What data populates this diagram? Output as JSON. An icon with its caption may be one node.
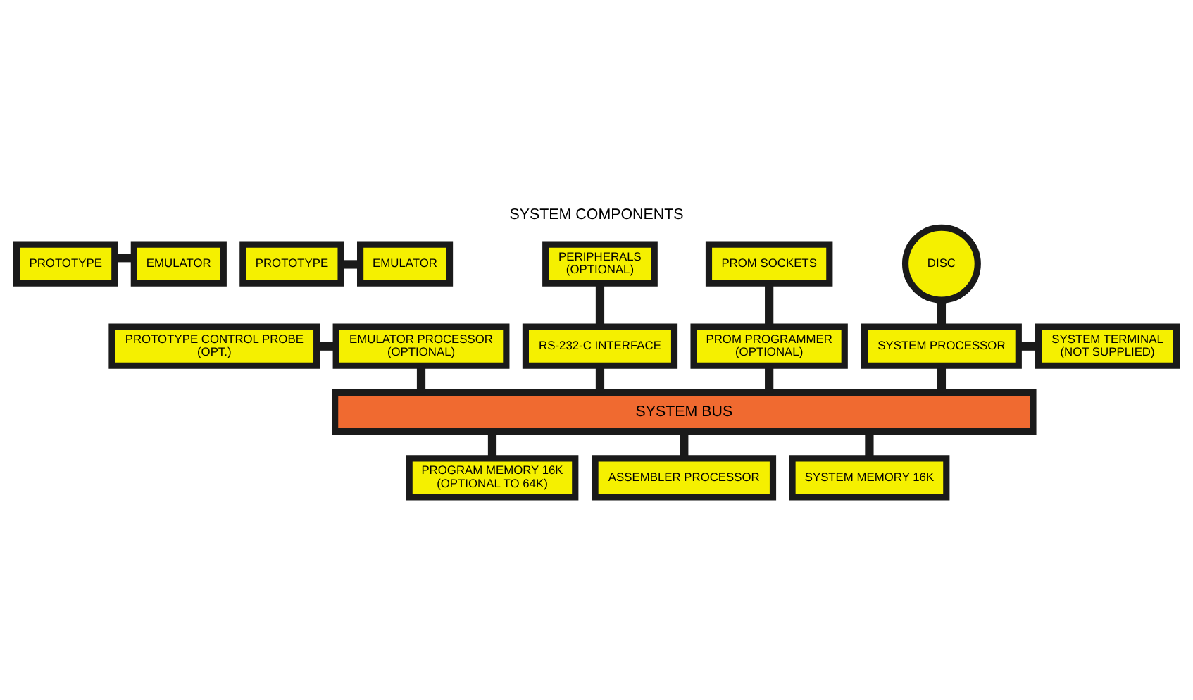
{
  "diagram": {
    "title": "SYSTEM COMPONENTS",
    "nodes": [
      {
        "text": [
          "PROTOTYPE"
        ]
      },
      {
        "text": [
          "EMULATOR"
        ]
      },
      {
        "text": [
          "PROTOTYPE"
        ]
      },
      {
        "text": [
          "EMULATOR"
        ]
      },
      {
        "text": [
          "PROTOTYPE CONTROL PROBE",
          "(OPT.)"
        ]
      },
      {
        "text": [
          "EMULATOR PROCESSOR",
          "(OPTIONAL)"
        ]
      },
      {
        "text": [
          "PERIPHERALS",
          "(OPTIONAL)"
        ]
      },
      {
        "text": [
          "PROM SOCKETS"
        ]
      },
      {
        "text": [
          "DISC"
        ]
      },
      {
        "text": [
          "RS-232-C INTERFACE"
        ]
      },
      {
        "text": [
          "PROM PROGRAMMER",
          "(OPTIONAL)"
        ]
      },
      {
        "text": [
          "SYSTEM PROCESSOR"
        ]
      },
      {
        "text": [
          "SYSTEM TERMINAL",
          "(NOT SUPPLIED)"
        ]
      },
      {
        "text": [
          "SYSTEM BUS"
        ]
      },
      {
        "text": [
          "PROGRAM MEMORY 16K",
          "(OPTIONAL TO 64K)"
        ]
      },
      {
        "text": [
          "ASSEMBLER PROCESSOR"
        ]
      },
      {
        "text": [
          "SYSTEM MEMORY 16K"
        ]
      }
    ],
    "edges": [
      {
        "from": 0,
        "to": 1,
        "arrow": "none"
      },
      {
        "from": 2,
        "to": 3,
        "arrow": "none"
      },
      {
        "from": 4,
        "to": 5,
        "arrow": "none"
      },
      {
        "from": 6,
        "to": 9,
        "arrow": "none"
      },
      {
        "from": 7,
        "to": 10,
        "arrow": "none"
      },
      {
        "from": 8,
        "to": 11,
        "arrow": "none"
      },
      {
        "from": 11,
        "to": 12,
        "arrow": "none"
      },
      {
        "from": 5,
        "to": 13,
        "arrow": "none"
      },
      {
        "from": 9,
        "to": 13,
        "arrow": "none"
      },
      {
        "from": 10,
        "to": 13,
        "arrow": "none"
      },
      {
        "from": 11,
        "to": 13,
        "arrow": "none"
      },
      {
        "from": 13,
        "to": 14,
        "arrow": "none"
      },
      {
        "from": 13,
        "to": 15,
        "arrow": "none"
      },
      {
        "from": 13,
        "to": 16,
        "arrow": "none"
      }
    ]
  }
}
